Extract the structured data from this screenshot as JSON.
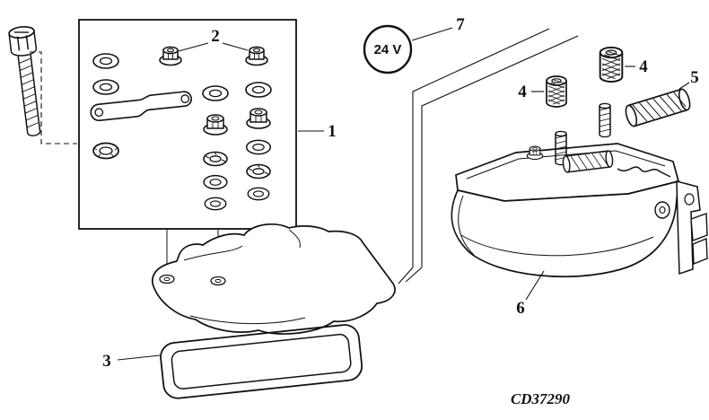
{
  "diagram": {
    "title_code": "CD37290",
    "voltage_badge": "24 V",
    "callouts": {
      "hardware_box": "1",
      "nuts": "2",
      "gasket": "3",
      "spacer_left": "4",
      "spacer_right": "4",
      "element_cylinder": "5",
      "heater_housing": "6",
      "voltage": "7"
    }
  }
}
